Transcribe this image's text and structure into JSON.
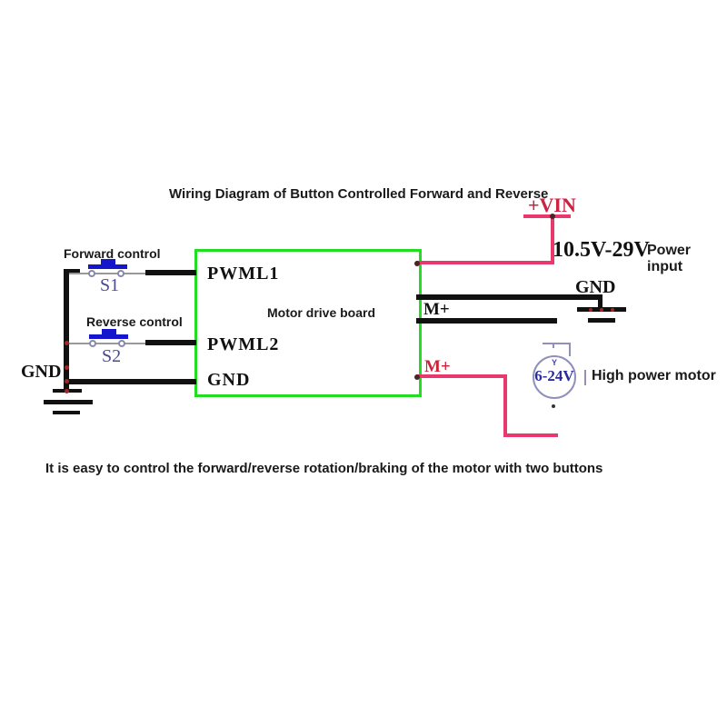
{
  "title": "Wiring Diagram of Button Controlled Forward and Reverse",
  "caption": "It is easy to control the forward/reverse rotation/braking of the motor with two buttons",
  "board": {
    "label": "Motor drive board",
    "pins": {
      "pwml1": "PWML1",
      "pwml2": "PWML2",
      "gnd": "GND"
    }
  },
  "buttons": {
    "forward": {
      "label": "Forward control",
      "name": "S1"
    },
    "reverse": {
      "label": "Reverse control",
      "name": "S2"
    }
  },
  "power": {
    "vin_label": "+VIN",
    "range": "10.5V-29V",
    "input_label": "Power input"
  },
  "ground": {
    "left_label": "GND",
    "right_label": "GND"
  },
  "outputs": {
    "m_plus_upper": "M+",
    "m_plus_lower": "M+"
  },
  "motor": {
    "voltage": "6-24V",
    "label": "High power motor",
    "caret": "Y"
  },
  "colors": {
    "board_border": "#22dd22",
    "power_wire": "#e8386d",
    "signal_wire": "#111111",
    "button": "#1515cc",
    "vin_text": "#cc2244",
    "motor_outline": "#9090bb",
    "motor_text": "#2a2aa0"
  }
}
